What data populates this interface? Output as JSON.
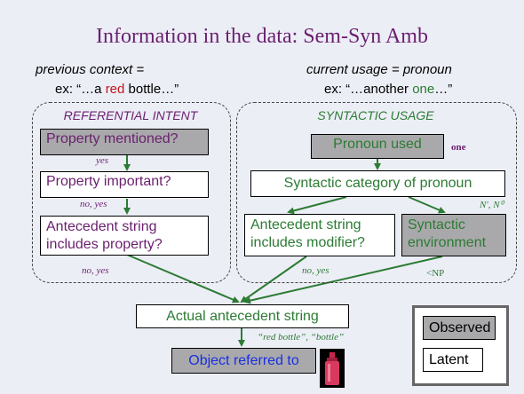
{
  "title": "Information in the data: Sem-Syn Amb",
  "left_header": {
    "line1": "previous context =",
    "ex_prefix": "ex: “…a ",
    "ex_red": "red",
    "ex_suffix": " bottle…”"
  },
  "right_header": {
    "line1": "current usage = pronoun",
    "ex_prefix": "ex: “…another ",
    "ex_green": "one",
    "ex_suffix": "…”"
  },
  "left_group": {
    "heading": "REFERENTIAL INTENT",
    "node1": "Property mentioned?",
    "node2": "Property important?",
    "node3_line1": "Antecedent string",
    "node3_line2": "includes property?",
    "edge_yes": "yes",
    "edge_no_yes_1": "no, yes",
    "edge_no_yes_2": "no, yes"
  },
  "right_group": {
    "heading": "SYNTACTIC USAGE",
    "node1": "Pronoun used",
    "node1_value": "one",
    "node2": "Syntactic category of pronoun",
    "node2_value": "N′, N⁰",
    "node3_line1": "Antecedent string",
    "node3_line2": "includes modifier?",
    "node4_line1": "Syntactic",
    "node4_line2": "environment",
    "edge_no_yes": "no, yes",
    "env_value": "<NP"
  },
  "bottom": {
    "antecedent": "Actual antecedent string",
    "antecedent_value": "“red bottle”, “bottle”",
    "object": "Object referred to"
  },
  "legend": {
    "observed": "Observed",
    "latent": "Latent"
  },
  "colors": {
    "title": "#6a1f6e",
    "observed_fill": "#a9a9ab",
    "arrow": "#2c7b33",
    "object_text": "#1a2fe0"
  }
}
